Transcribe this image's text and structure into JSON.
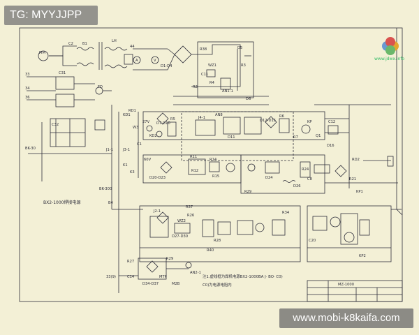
{
  "watermark": {
    "tg_label": "TG: MYYJJPP",
    "site_label": "www.mobi-k8kaifa.com"
  },
  "logo": {
    "icon": "flower-logo-icon",
    "caption": "www.jdwx.info"
  },
  "diagram": {
    "title_left": "BX2-1000焊接电源",
    "caption_line1": "注1.虚线框为焊机电源BX2-1000",
    "caption_line1b": "BA  J· BO· C0)",
    "caption_line2": "C0)为电源电阻内",
    "title_block_id": "MZ-1000",
    "labels": {
      "mm": "MM",
      "c2": "C2",
      "b1": "B1",
      "lh": "LH",
      "a44": "44",
      "v": "V",
      "a": "A",
      "r38": "R38",
      "d5": "D5",
      "d1d4": "D1-D4",
      "wz1": "WZ1",
      "r3": "R3",
      "r4": "R4",
      "anj1": "AN1-1",
      "r2": "R2",
      "c11": "C11",
      "d6": "D6",
      "a33": "33",
      "a34": "34",
      "a36": "36",
      "fd": "FD",
      "c31": "C31",
      "c32": "C32",
      "bk30": "BK-30",
      "kd1": "KD1",
      "v27": "27V",
      "d7d10": "D7-D10",
      "r5": "R5",
      "d11": "D11",
      "kd2": "KD2",
      "j31": "J3-1",
      "j41": "J4-1",
      "anb": "AN8",
      "d12d15": "D12-D15",
      "r6": "R6",
      "kp": "KP",
      "c12": "C12",
      "r7": "R7",
      "q1": "Q1",
      "d16": "D16",
      "j11": "J1-1",
      "k1": "K1",
      "k3": "K3",
      "bk300": "BK-300",
      "rd1": "RD1",
      "w3": "W3",
      "c1": "C1",
      "r11": "R11",
      "r12": "R12",
      "v60": "60V",
      "d20d23": "D20-D23",
      "r15": "R15",
      "r14": "R14",
      "r24": "R24",
      "rd2": "RD2",
      "r21": "R21",
      "r29": "R29",
      "d24": "D24",
      "d26": "D26",
      "c8": "C8",
      "kp1": "KP1",
      "b4": "B4",
      "r37": "R37",
      "r26": "R26",
      "j21": "J2-1",
      "wz2": "WZ2",
      "d27d30": "D27-D30",
      "r34": "R34",
      "r28": "R28",
      "r40": "R40",
      "c20": "C20",
      "kp2": "KP2",
      "r27": "R27",
      "c14": "C14",
      "mtp": "MTP",
      "m2b": "M2B",
      "d34d37": "D34-D37",
      "an2": "AN2-1",
      "r29b": "R29",
      "v33": "33(9)"
    }
  }
}
